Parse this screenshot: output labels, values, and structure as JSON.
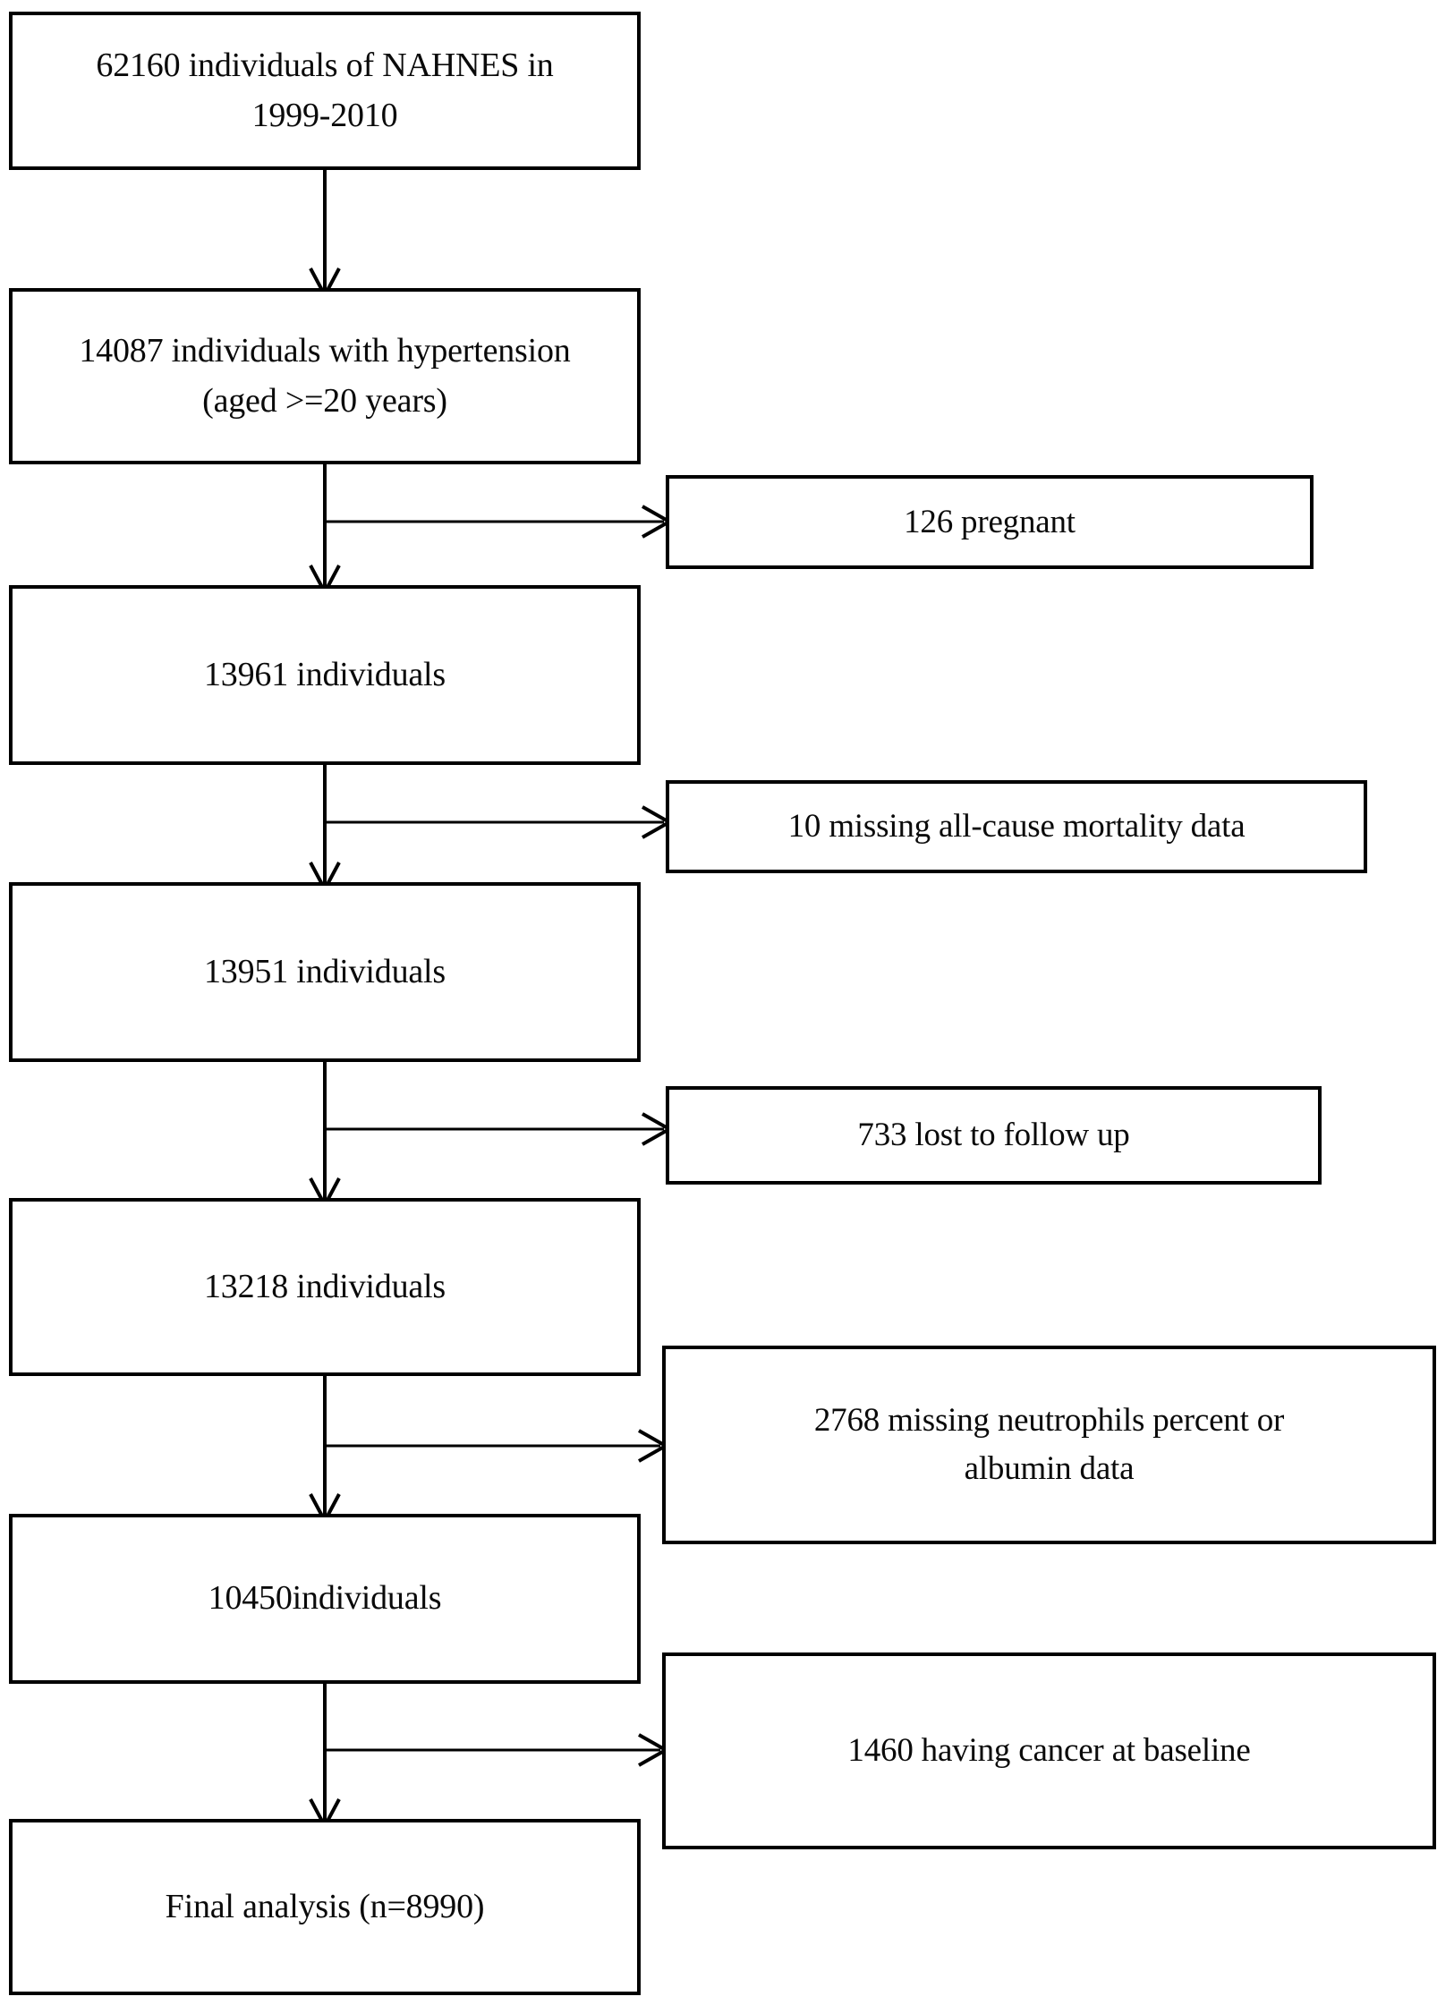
{
  "diagram": {
    "title": "NHANES hypertension cohort participant flow diagram",
    "type": "flowchart",
    "orientation": "top-to-bottom",
    "background_color": "#ffffff",
    "border_color": "#000000",
    "text_color": "#0a0a0a"
  },
  "main_nodes": [
    {
      "id": "node-source-population",
      "label": "62160 individuals of NAHNES in\n1999-2010",
      "count": 62160
    },
    {
      "id": "node-hypertension",
      "label": "14087 individuals with hypertension\n(aged >=20 years)",
      "count": 14087
    },
    {
      "id": "node-after-pregnant",
      "label": "13961 individuals",
      "count": 13961
    },
    {
      "id": "node-after-mortality",
      "label": "13951 individuals",
      "count": 13951
    },
    {
      "id": "node-after-followup",
      "label": "13218 individuals",
      "count": 13218
    },
    {
      "id": "node-after-labs",
      "label": "10450individuals",
      "count": 10450
    },
    {
      "id": "node-final-analysis",
      "label": "Final analysis (n=8990)",
      "count": 8990
    }
  ],
  "exclusion_nodes": [
    {
      "id": "node-exclude-pregnant",
      "label": "126 pregnant",
      "count": 126
    },
    {
      "id": "node-exclude-mortality",
      "label": "10 missing all-cause mortality data",
      "count": 10
    },
    {
      "id": "node-exclude-followup",
      "label": "733 lost to follow up",
      "count": 733
    },
    {
      "id": "node-exclude-labs",
      "label": "2768 missing neutrophils percent or\nalbumin data",
      "count": 2768
    },
    {
      "id": "node-exclude-cancer",
      "label": "1460 having cancer at baseline",
      "count": 1460
    }
  ]
}
